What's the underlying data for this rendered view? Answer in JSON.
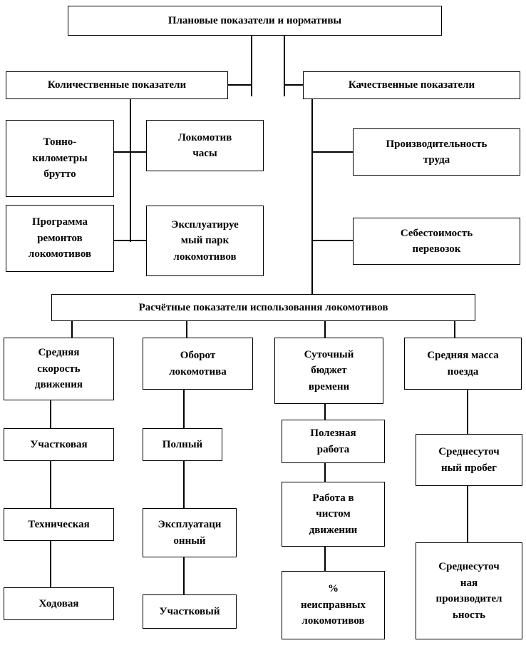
{
  "nodes": {
    "root": {
      "label": "Плановые показатели и нормативы"
    },
    "quantitative": {
      "label": "Количественные показатели"
    },
    "qualitative": {
      "label": "Качественные показатели"
    },
    "tonne_km": {
      "label": "Тонно-\nкилометры\nбрутто"
    },
    "loco_hours": {
      "label": "Локомотив\nчасы"
    },
    "repair_program": {
      "label": "Программа\nремонтов\nлокомотивов"
    },
    "operating_fleet": {
      "label": "Эксплуатируе\nмый парк\nлокомотивов"
    },
    "labor_productivity": {
      "label": "Производительность\nтруда"
    },
    "transport_cost": {
      "label": "Себестоимость\nперевозок"
    },
    "calculated": {
      "label": "Расчётные показатели использования локомотивов"
    },
    "avg_speed": {
      "label": "Средняя\nскорость\nдвижения"
    },
    "turnover": {
      "label": "Оборот\nлокомотива"
    },
    "daily_budget": {
      "label": "Суточный\nбюджет\nвремени"
    },
    "avg_mass": {
      "label": "Средняя масса\nпоезда"
    },
    "sectional_speed": {
      "label": "Участковая"
    },
    "technical_speed": {
      "label": "Техническая"
    },
    "running_speed": {
      "label": "Ходовая"
    },
    "full_turnover": {
      "label": "Полный"
    },
    "operational_turnover": {
      "label": "Эксплуатаци\nонный"
    },
    "sectional_turnover": {
      "label": "Участковый"
    },
    "useful_work": {
      "label": "Полезная\nработа"
    },
    "clean_movement_work": {
      "label": "Работа в\nчистом\nдвижении"
    },
    "pct_faulty": {
      "label": "%\nнеисправных\nлокомотивов"
    },
    "avg_daily_run": {
      "label": "Среднесуточ\nный пробег"
    },
    "avg_daily_productivity": {
      "label": "Среднесуточ\nная\nпроизводител\nьность"
    }
  }
}
